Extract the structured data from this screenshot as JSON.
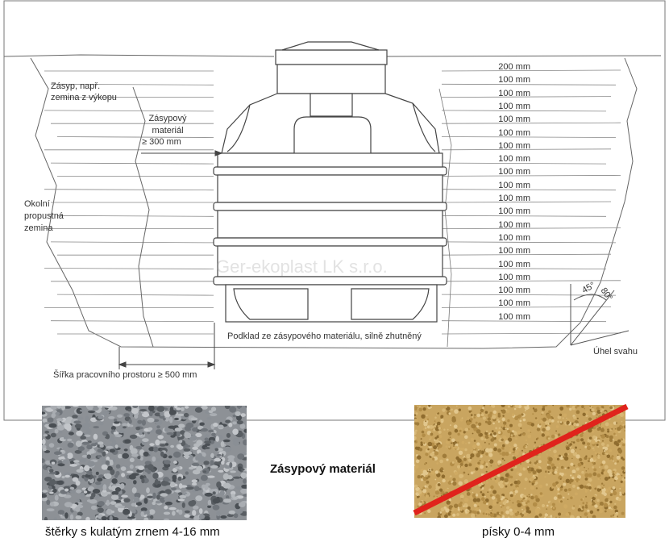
{
  "labels": {
    "backfill_top_1": "Zásyp, např.",
    "backfill_top_2": "zemina z výkopu",
    "fill_material_1": "Zásypový",
    "fill_material_2": "materiál",
    "fill_material_3": "≥ 300 mm",
    "native_soil_1": "Okolní",
    "native_soil_2": "propustná",
    "native_soil_3": "zemina",
    "base_layer": "Podklad ze zásypového materiálu, silně zhutněný",
    "work_width": "Šířka pracovního prostoru ≥ 500 mm",
    "slope_angle": "Úhel svahu",
    "angle_45": "45°",
    "angle_80": "80°",
    "watermark": "Ger-ekoplast LK s.r.o."
  },
  "layers": [
    "200 mm",
    "100 mm",
    "100 mm",
    "100 mm",
    "100 mm",
    "100 mm",
    "100 mm",
    "100 mm",
    "100 mm",
    "100 mm",
    "100 mm",
    "100 mm",
    "100 mm",
    "100 mm",
    "100 mm",
    "100 mm",
    "100 mm",
    "100 mm",
    "100 mm",
    "100 mm"
  ],
  "bottom": {
    "title": "Zásypový materiál",
    "left_caption": "štěrky s kulatým zrnem 4-16 mm",
    "right_caption": "písky 0-4 mm"
  },
  "colors": {
    "line": "#555555",
    "gravel_base": "#8d9196",
    "sand_base": "#c9a560",
    "cross": "#e0231c"
  }
}
